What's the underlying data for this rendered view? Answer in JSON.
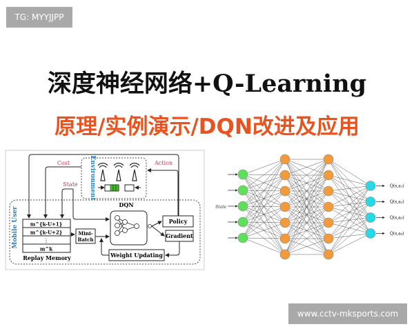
{
  "watermarks": {
    "top": "TG: MYYJJPP",
    "bottom": "www.cctv-mksports.com"
  },
  "title": "深度神经网络+Q-Learning",
  "subtitle": "原理/实例演示/DQN改进及应用",
  "left_diagram": {
    "environment_label": "Environment",
    "mobile_user_label": "Mobile User",
    "cost_label": "Cost",
    "action_label": "Action",
    "state_label": "State",
    "dqn_label": "DQN",
    "replay_rows": [
      "m^{k-U+1}",
      "m^{k-U+2}",
      "⋮",
      "m^k"
    ],
    "replay_rows_display": [
      [
        "m",
        "k-U+1"
      ],
      [
        "m",
        "k-U+2"
      ],
      [
        "⋮",
        ""
      ],
      [
        "m",
        "k"
      ]
    ],
    "replay_memory_label": "Replay Memory",
    "mini_batch_label": [
      "Mini-",
      "Batch"
    ],
    "policy_label": "Policy",
    "gradient_label": "Gradient",
    "weight_updating_label": "Weight Updating",
    "colors": {
      "label_red": "#c8385a",
      "label_blue": "#2a7fc0",
      "battery_green": "#3fbf2a"
    }
  },
  "right_diagram": {
    "input_label": "State",
    "layers": [
      5,
      7,
      7,
      4
    ],
    "outputs": [
      "Q(s,a₁)",
      "Q(s,a₂)",
      "Q(s,a₃)",
      "Q(s,a₄)"
    ],
    "colors": {
      "input": "#5fe05a",
      "hidden": "#f39a3a",
      "output": "#29d8e6",
      "edge": "#555555"
    }
  }
}
